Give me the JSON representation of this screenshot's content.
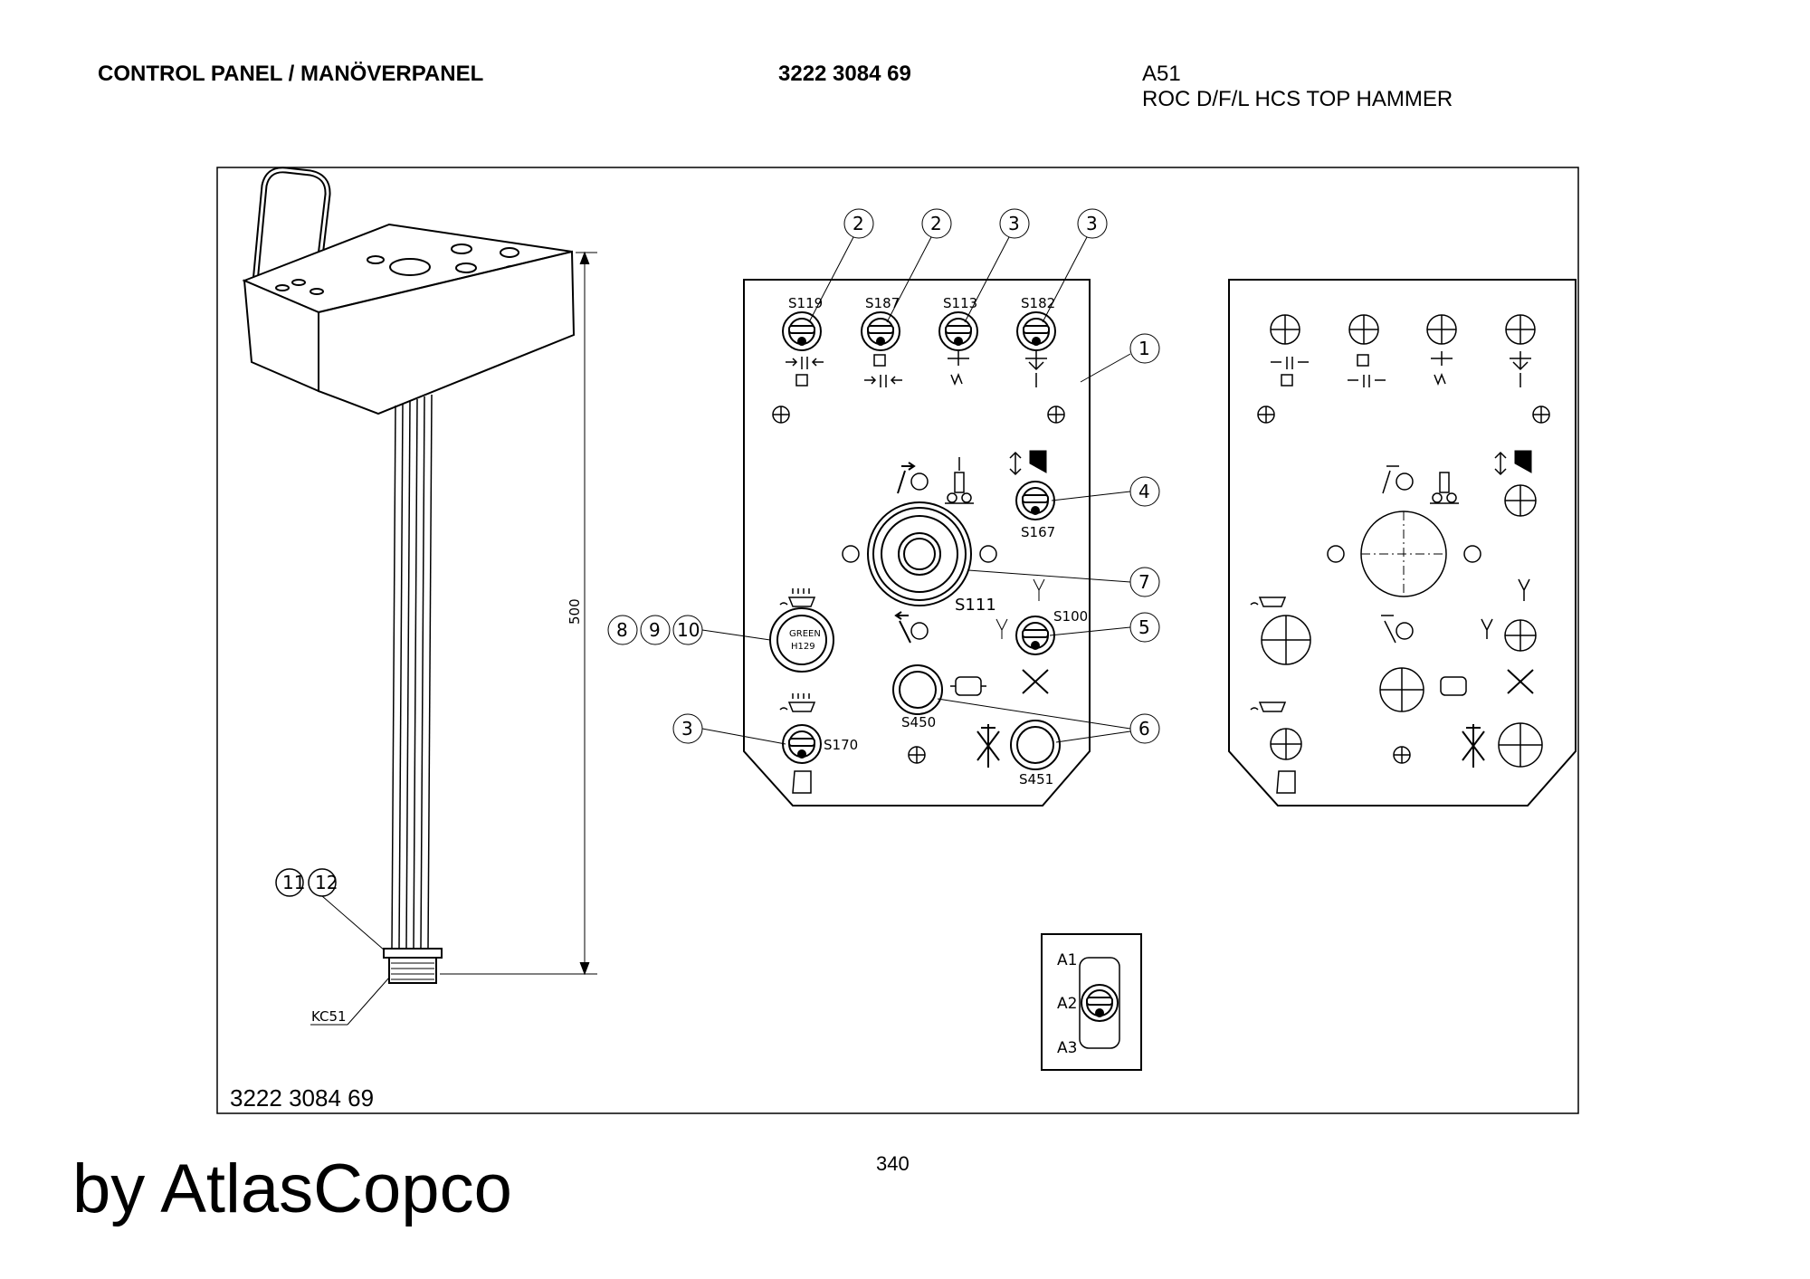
{
  "header": {
    "title": "CONTROL PANEL / MANÖVERPANEL",
    "part_number": "3222 3084 69",
    "code": "A51",
    "model": "ROC D/F/L HCS TOP HAMMER"
  },
  "footer": {
    "part_number": "3222 3084 69",
    "page": "340",
    "watermark": "by AtlasCopco"
  },
  "drawing": {
    "dimension": "500",
    "connector": "KC51",
    "callouts": [
      "1",
      "2",
      "3",
      "4",
      "5",
      "6",
      "7",
      "8",
      "9",
      "10",
      "11",
      "12"
    ],
    "switches": {
      "s119": "S119",
      "s187": "S187",
      "s113": "S113",
      "s182": "S182",
      "s167": "S167",
      "s111": "S111",
      "s100": "S100",
      "s450": "S450",
      "s451": "S451",
      "s170": "S170"
    },
    "indicator": {
      "line1": "GREEN",
      "line2": "H129"
    },
    "selector": {
      "a1": "A1",
      "a2": "A2",
      "a3": "A3"
    }
  }
}
